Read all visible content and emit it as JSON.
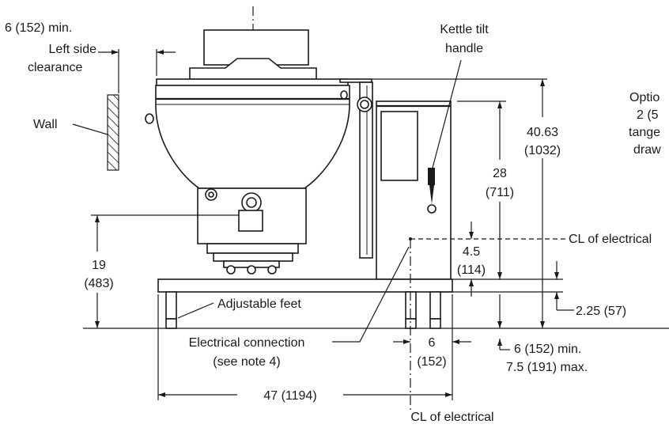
{
  "labels": {
    "left_clearance": [
      "6 (152) min.",
      "Left side",
      "clearance"
    ],
    "wall": "Wall",
    "tilt_handle": [
      "Kettle tilt",
      "handle"
    ],
    "optional_drawoff": [
      "Optio",
      "2 (5",
      "tange",
      "draw"
    ],
    "height_overall": [
      "40.63",
      "(1032)"
    ],
    "height_handle": [
      "28",
      "(711)"
    ],
    "cl_electrical_right": "CL of electrical",
    "offset_electrical": [
      "4.5",
      "(114)"
    ],
    "height_outlet": [
      "19",
      "(483)"
    ],
    "adjustable_feet": "Adjustable feet",
    "leg_height": "2.25 (57)",
    "electrical_connection": [
      "Electrical connection",
      "(see note 4)"
    ],
    "dim_electrical": [
      "6",
      "(152)"
    ],
    "right_clearance": [
      "6 (152) min.",
      "7.5 (191) max."
    ],
    "overall_width": "47 (1194)",
    "cl_electrical_bottom": "CL of electrical"
  }
}
